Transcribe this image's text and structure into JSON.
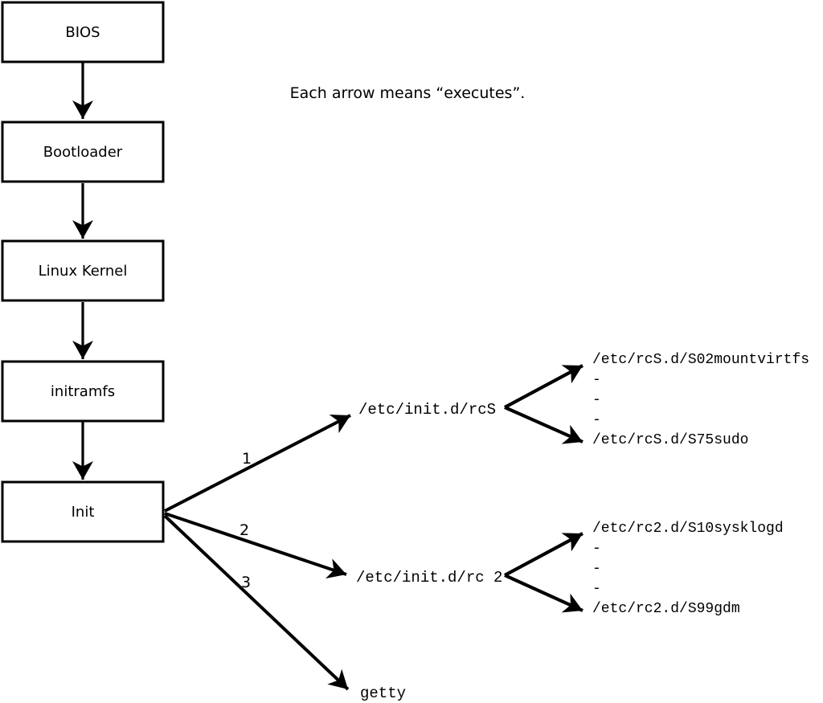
{
  "caption": "Each arrow means “executes”.",
  "nodes": {
    "bios": "BIOS",
    "bootloader": "Bootloader",
    "kernel": "Linux Kernel",
    "initramfs": "initramfs",
    "init": "Init"
  },
  "branches": [
    {
      "label": "1",
      "target": "/etc/init.d/rcS",
      "files": [
        "/etc/rcS.d/S02mountvirtfs",
        "-",
        "-",
        "-",
        "/etc/rcS.d/S75sudo"
      ]
    },
    {
      "label": "2",
      "target": "/etc/init.d/rc 2",
      "files": [
        "/etc/rc2.d/S10sysklogd",
        "-",
        "-",
        "-",
        "/etc/rc2.d/S99gdm"
      ]
    },
    {
      "label": "3",
      "target": "getty",
      "files": []
    }
  ],
  "colors": {
    "line": "#000000",
    "box_fill": "#ffffff",
    "text": "#000000",
    "background": "#ffffff"
  }
}
